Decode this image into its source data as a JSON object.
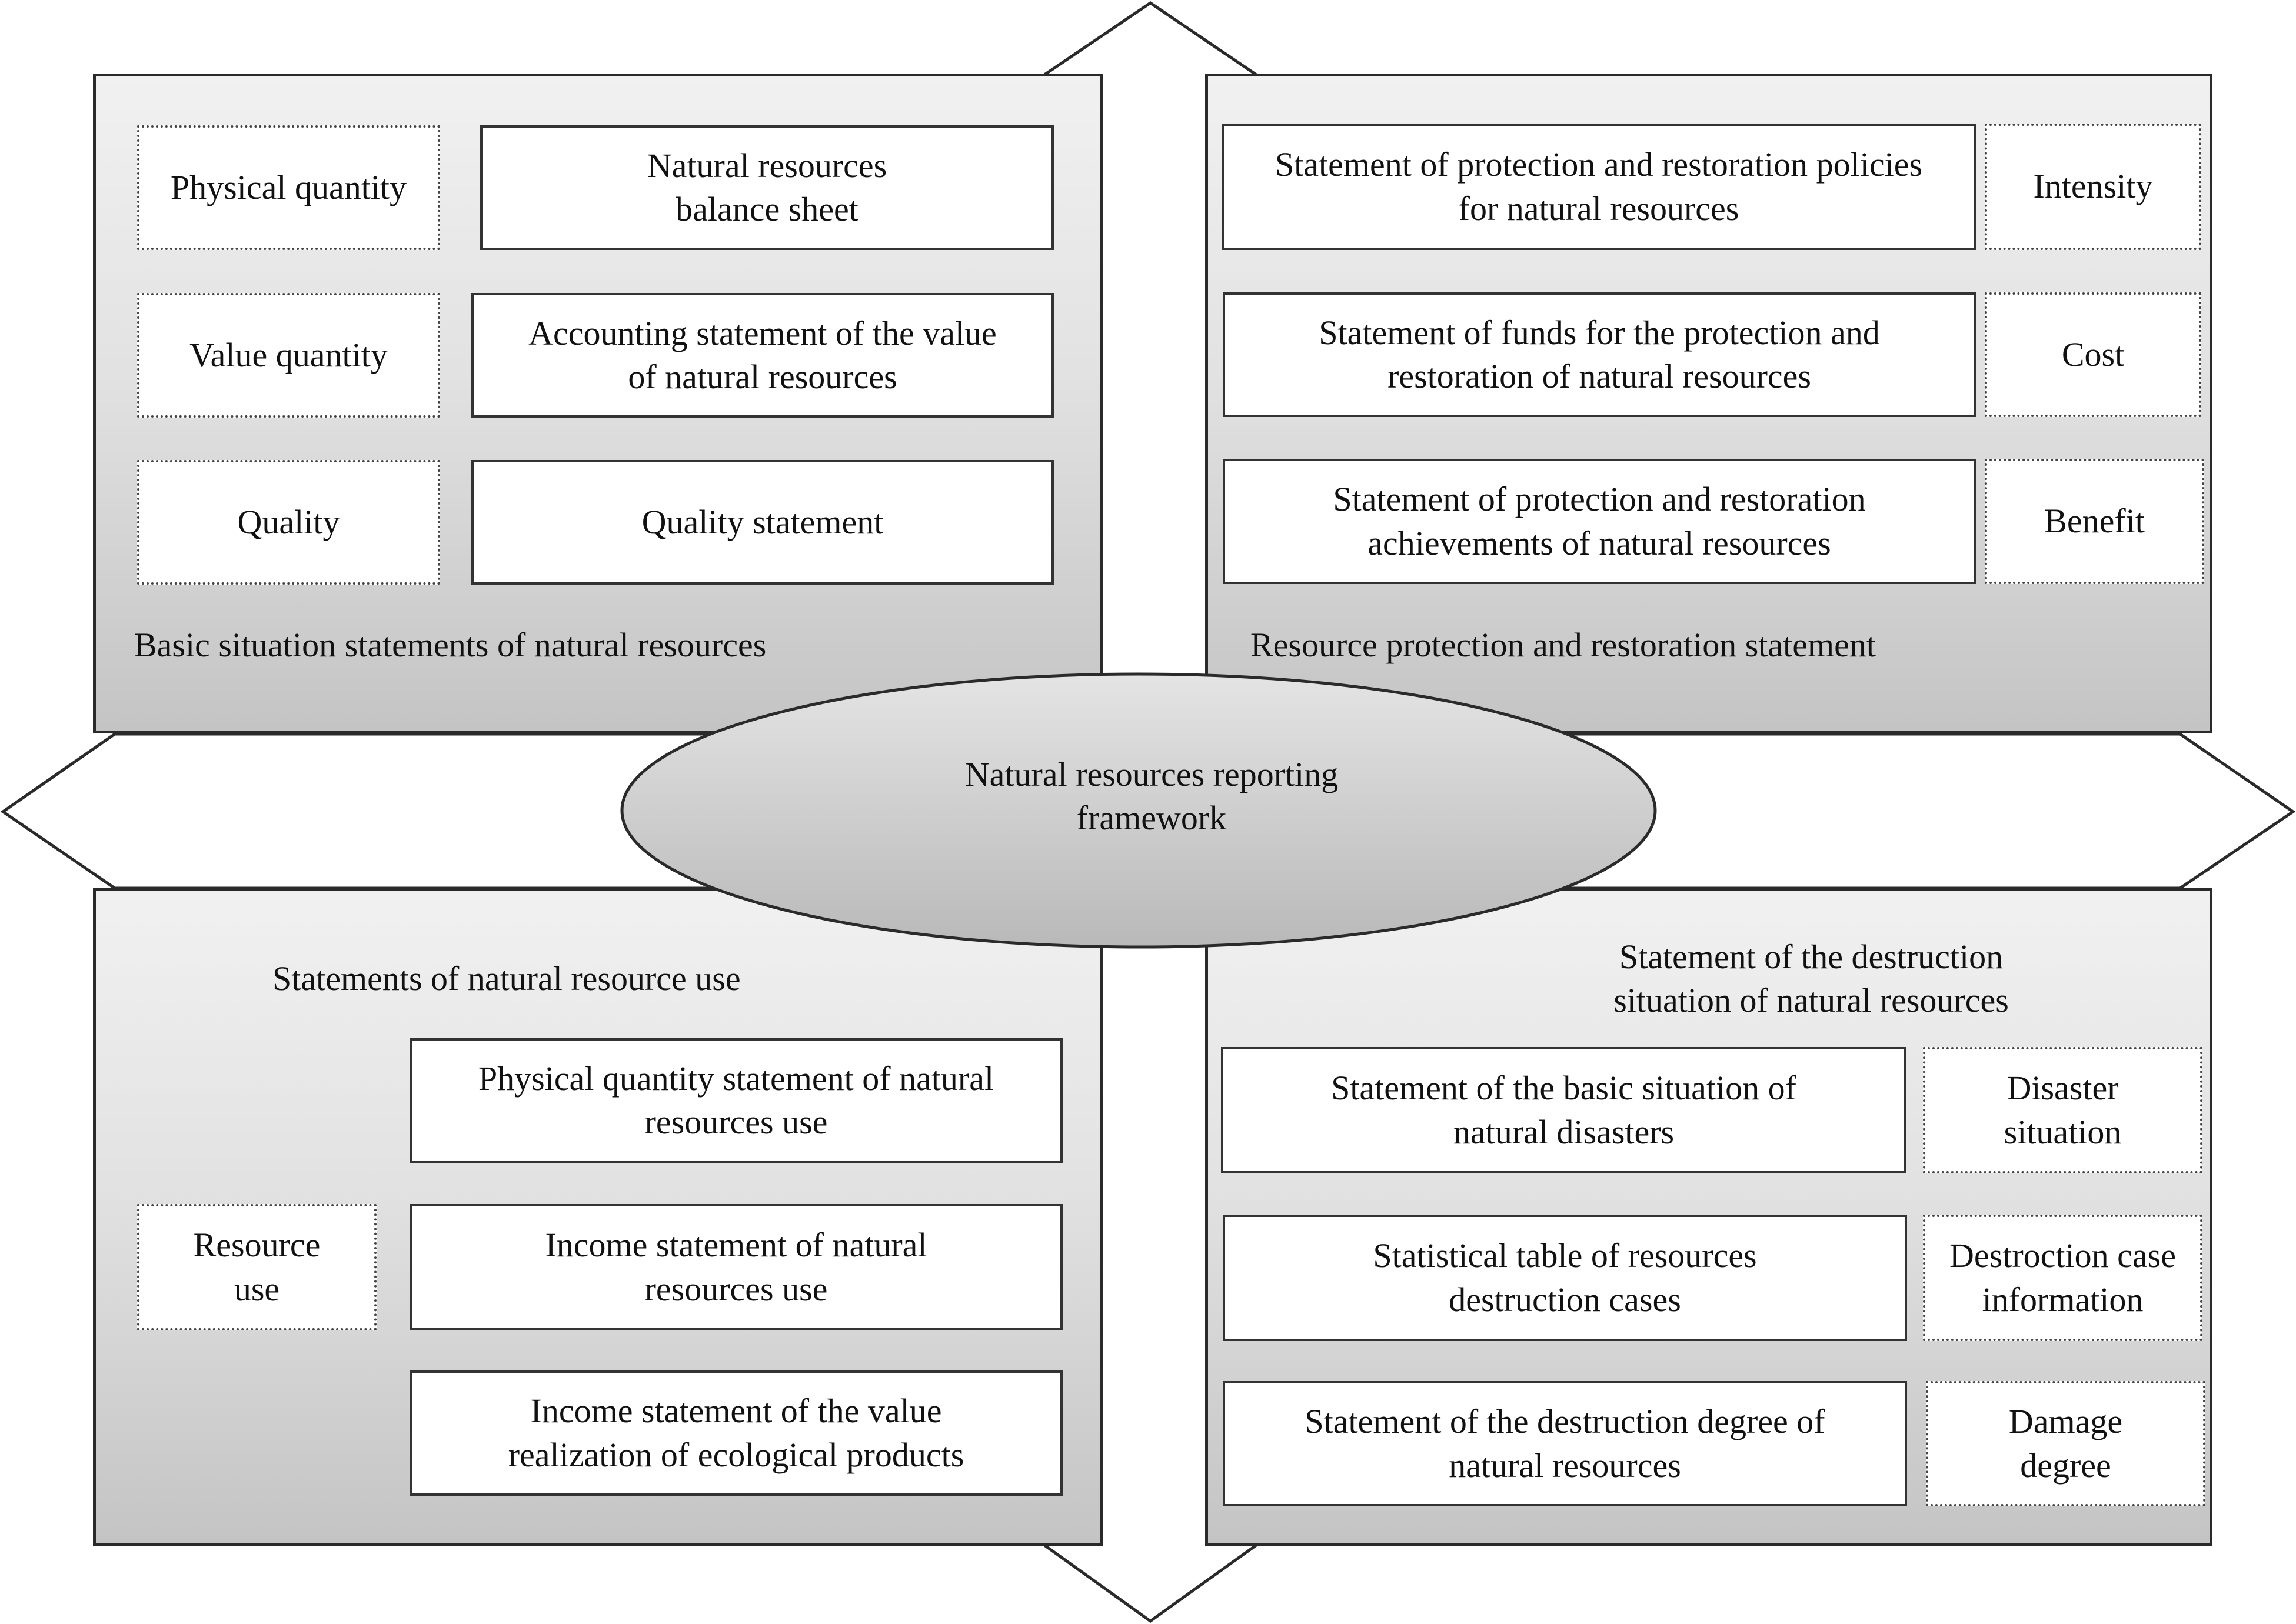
{
  "center": {
    "title": "Natural resources reporting framework"
  },
  "top_left": {
    "title": "Basic situation statements of natural resources",
    "rows": [
      {
        "tag": "Physical quantity",
        "statement": "Natural resources balance sheet"
      },
      {
        "tag": "Value quantity",
        "statement": "Accounting statement of the value of natural resources"
      },
      {
        "tag": "Quality",
        "statement": "Quality statement"
      }
    ]
  },
  "top_right": {
    "title": "Resource protection and restoration statement",
    "rows": [
      {
        "statement": "Statement of protection and restoration policies for natural resources",
        "tag": "Intensity"
      },
      {
        "statement": "Statement of funds for the protection and restoration of natural resources",
        "tag": "Cost"
      },
      {
        "statement": "Statement of protection and restoration achievements of natural resources",
        "tag": "Benefit"
      }
    ]
  },
  "bottom_left": {
    "title": "Statements of natural resource use",
    "tag": "Resource use",
    "statements": [
      "Physical quantity statement of natural resources use",
      "Income statement of natural resources use",
      "Income statement of the value realization of ecological products"
    ]
  },
  "bottom_right": {
    "title": "Statement of the destruction situation of natural resources",
    "rows": [
      {
        "statement": "Statement of the basic situation of natural disasters",
        "tag": "Disaster situation"
      },
      {
        "statement": "Statistical table of resources destruction cases",
        "tag": "Destroction case information"
      },
      {
        "statement": "Statement of the destruction degree of natural resources",
        "tag": "Damage degree"
      }
    ]
  }
}
